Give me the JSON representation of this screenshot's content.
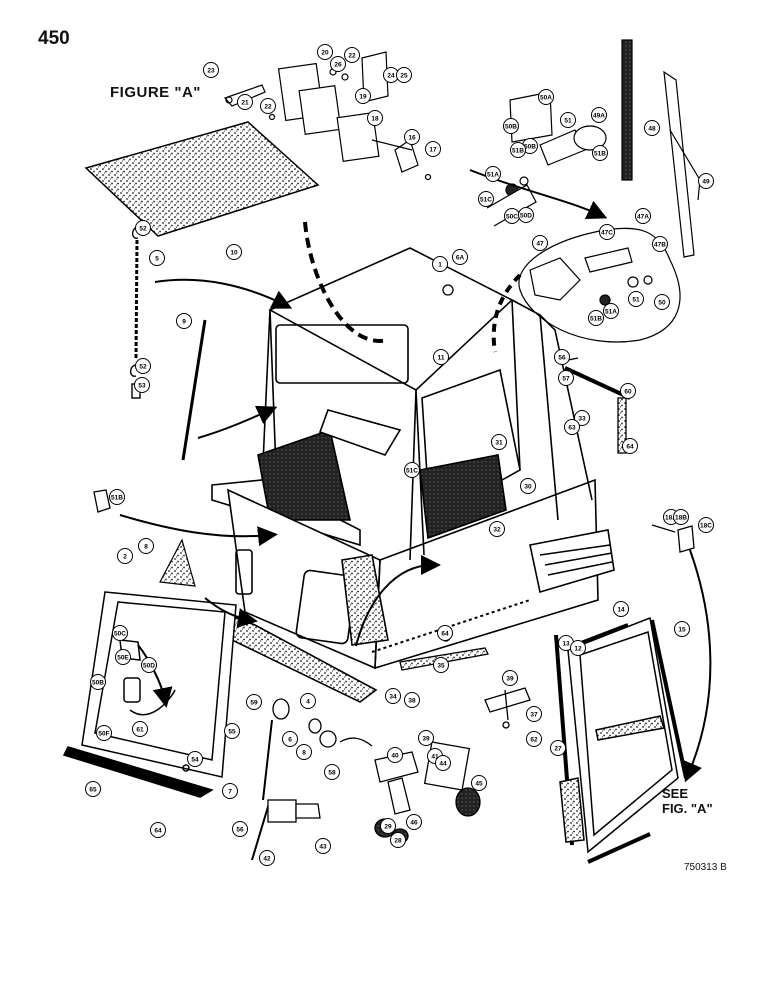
{
  "page_number": "450",
  "figure_label": "FIGURE \"A\"",
  "see_reference": [
    "SEE",
    "FIG. \"A\""
  ],
  "drawing_number": "750313 B",
  "callouts": [
    "23",
    "20",
    "22",
    "26",
    "24",
    "25",
    "21",
    "22",
    "19",
    "18",
    "16",
    "17",
    "10",
    "50A",
    "50B",
    "50B",
    "51",
    "49A",
    "51B",
    "51C",
    "50C",
    "50D",
    "51A",
    "51B",
    "48",
    "49",
    "47",
    "47A",
    "47B",
    "47C",
    "50",
    "51",
    "51A",
    "51B",
    "52",
    "5",
    "52",
    "53",
    "1",
    "6A",
    "9",
    "11",
    "56",
    "57",
    "33",
    "31",
    "60",
    "64",
    "63",
    "51C",
    "30",
    "32",
    "64",
    "51B",
    "8",
    "18C",
    "18A",
    "18B",
    "14",
    "15",
    "13",
    "12",
    "2",
    "50C",
    "50E",
    "50D",
    "50B",
    "50F",
    "55",
    "54",
    "59",
    "4",
    "6",
    "7",
    "65",
    "64",
    "35",
    "34",
    "38",
    "39",
    "37",
    "62",
    "8",
    "61",
    "58",
    "56",
    "42",
    "43",
    "39",
    "41",
    "40",
    "44",
    "45",
    "46",
    "29",
    "28",
    "27"
  ]
}
